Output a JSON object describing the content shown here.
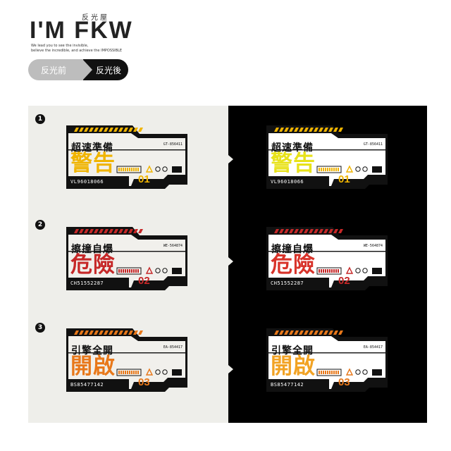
{
  "brand": {
    "subtitle": "反光屋",
    "logo": "I'M  FKW",
    "tagline1": "We lead you to see the invisible,",
    "tagline2": "believe the incredible, and achieve the IMPOSSIBLE"
  },
  "toggle": {
    "before_label": "反光前",
    "after_label": "反光後"
  },
  "colors": {
    "panel_before": "#eeeeea",
    "panel_after": "#000000",
    "accent_yellow": "#f0b400",
    "accent_red": "#c62828",
    "accent_orange": "#e8781a"
  },
  "steps": [
    {
      "number": "1",
      "title": "超速準備",
      "code": "GT-856411",
      "big": "警告",
      "serial": "VL96018066",
      "num": "01",
      "accent": "#f0b400",
      "stripe": "#f0b400",
      "big_after": "#e8e21a"
    },
    {
      "number": "2",
      "title": "擦撞自爆",
      "code": "WE-564874",
      "big": "危險",
      "serial": "CH51552287",
      "num": "02",
      "accent": "#c62828",
      "stripe": "#c62828",
      "big_after": "#d8332a"
    },
    {
      "number": "3",
      "title": "引擎全開",
      "code": "EA-854417",
      "big": "開啟",
      "serial": "BS85477142",
      "num": "03",
      "accent": "#e8781a",
      "stripe": "#e8781a",
      "big_after": "#f2a324"
    }
  ]
}
